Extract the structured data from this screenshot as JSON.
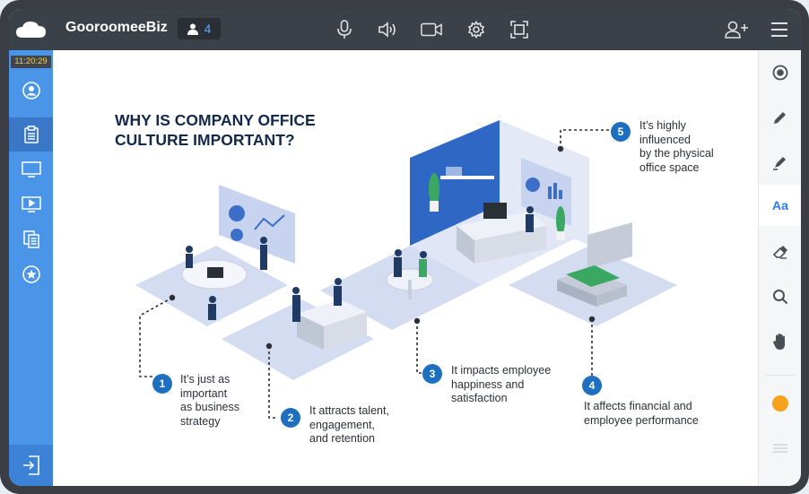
{
  "app": {
    "name": "GooroomeeBiz",
    "participants": "4",
    "clock": "11:20:29"
  },
  "slide": {
    "title_line1": "WHY IS COMPANY OFFICE",
    "title_line2": "CULTURE IMPORTANT?",
    "steps": [
      {
        "num": "1",
        "lines": [
          "It’s just as",
          "important",
          "as business",
          "strategy"
        ]
      },
      {
        "num": "2",
        "lines": [
          "It attracts talent,",
          "engagement,",
          "and retention"
        ]
      },
      {
        "num": "3",
        "lines": [
          "It impacts employee",
          "happiness and",
          "satisfaction"
        ]
      },
      {
        "num": "4",
        "lines": [
          "It affects financial and",
          "employee performance"
        ]
      },
      {
        "num": "5",
        "lines": [
          "It’s highly",
          "influenced",
          "by the physical",
          "office space"
        ]
      }
    ]
  },
  "colors": {
    "topbar": "#3b4149",
    "leftbar": "#4b95e9",
    "accent": "#2a7de1",
    "slide_blue": "#1f6fc0",
    "orange": "#f7a21b"
  },
  "icons": {
    "topbar": [
      "microphone-icon",
      "speaker-icon",
      "camera-icon",
      "settings-icon",
      "fullscreen-icon",
      "add-user-icon",
      "menu-icon"
    ],
    "leftbar": [
      "profile-icon",
      "document-icon",
      "screen-share-icon",
      "video-icon",
      "files-icon",
      "star-icon",
      "exit-icon"
    ],
    "rightbar": [
      "record-icon",
      "pen-icon",
      "highlighter-icon",
      "text-icon",
      "eraser-icon",
      "zoom-icon",
      "hand-icon",
      "color-dot",
      "line-weight-icon"
    ]
  },
  "rightbar": {
    "text_tool": "Aa"
  }
}
